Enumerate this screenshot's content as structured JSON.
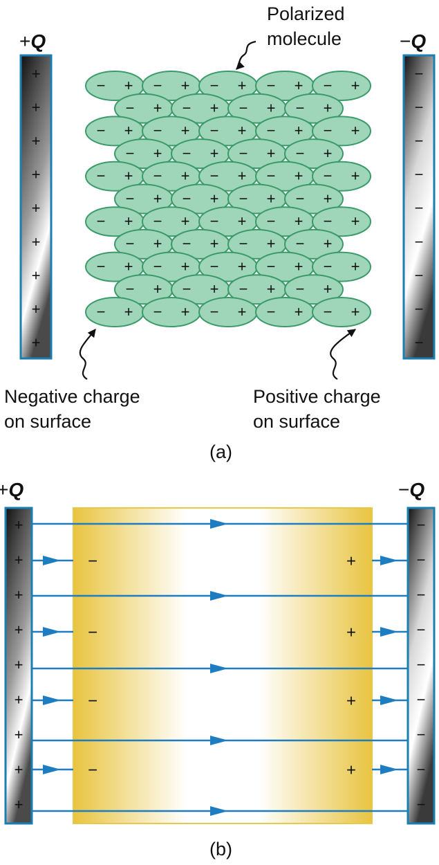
{
  "panel_a": {
    "left_plate": {
      "label_sign": "+",
      "label_var": "Q",
      "sign": "+",
      "count": 9
    },
    "right_plate": {
      "label_sign": "−",
      "label_var": "Q",
      "sign": "−",
      "count": 9
    },
    "molecule_label_line1": "Polarized",
    "molecule_label_line2": "molecule",
    "negative_label_line1": "Negative charge",
    "negative_label_line2": "on surface",
    "positive_label_line1": "Positive charge",
    "positive_label_line2": "on surface",
    "molecule_neg_sign": "−",
    "molecule_pos_sign": "+",
    "caption": "(a)",
    "colors": {
      "molecule_fill": "#9fd5b8",
      "molecule_stroke": "#3a9a6a",
      "plate_edge": "#1a7fb0"
    }
  },
  "panel_b": {
    "left_plate": {
      "label_sign": "+",
      "label_var": "Q",
      "sign": "+",
      "count": 9
    },
    "right_plate": {
      "label_sign": "−",
      "label_var": "Q",
      "sign": "−",
      "count": 9
    },
    "dielectric_neg_sign": "−",
    "dielectric_pos_sign": "+",
    "caption": "(b)",
    "colors": {
      "field_line": "#1e7cc0",
      "dielectric_edge": "#e8c84a",
      "dielectric_center": "#ffffff"
    }
  }
}
